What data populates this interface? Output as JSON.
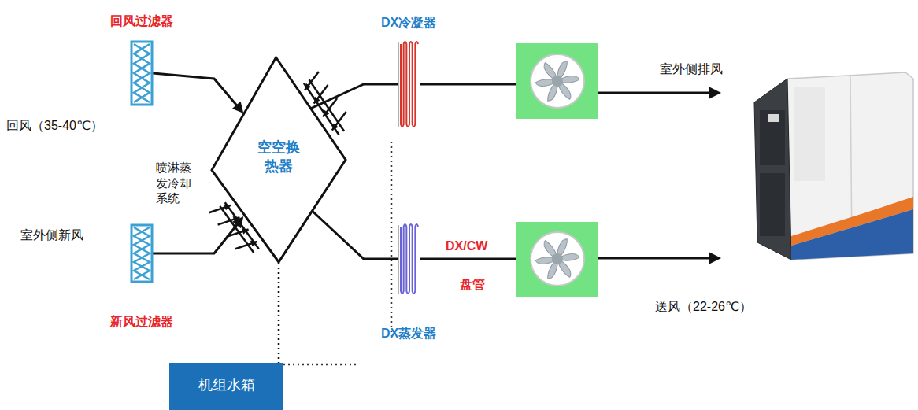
{
  "diagram": {
    "nodes": [
      {
        "text": [
          "回风过滤器"
        ]
      },
      {
        "text": [
          "新风过滤器"
        ]
      },
      {
        "text": [
          "空空换热器"
        ]
      },
      {
        "text": [
          "DX冷凝器"
        ]
      },
      {
        "text": [
          "DX蒸发器"
        ]
      },
      {
        "text": [
          "机组水箱"
        ]
      }
    ],
    "edges": [
      {
        "from": 0,
        "to": 2,
        "arrow": "to"
      },
      {
        "from": 1,
        "to": 2,
        "arrow": "to"
      },
      {
        "from": 2,
        "to": 3,
        "arrow": "none"
      },
      {
        "from": 2,
        "to": 4,
        "arrow": "none"
      },
      {
        "from": 2,
        "to": 5,
        "arrow": "none"
      }
    ],
    "labels": [
      "回风（35-40℃）",
      "室外侧新风",
      "喷淋蒸发冷却系统",
      "DX/CW",
      "盘管",
      "室外侧排风",
      "送风（22-26℃）"
    ]
  }
}
